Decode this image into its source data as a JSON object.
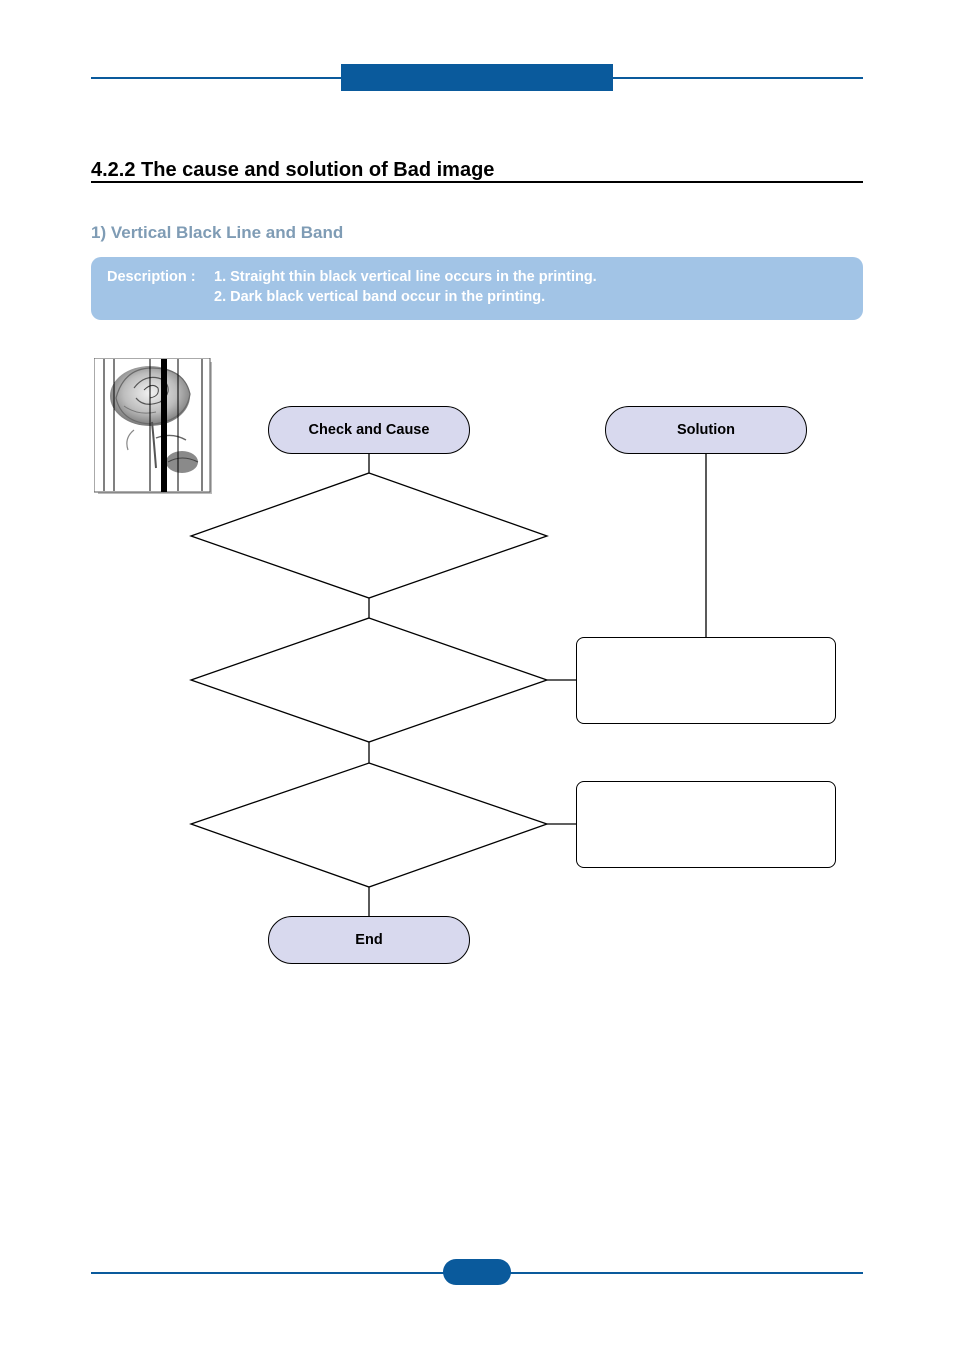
{
  "section": {
    "title": "4.2.2 The cause and solution of Bad image"
  },
  "subsection": {
    "title": "1) Vertical Black Line and Band"
  },
  "description": {
    "label": "Description :",
    "lines": [
      "1. Straight thin black vertical line occurs in the printing.",
      "2. Dark black vertical band occur in the printing."
    ]
  },
  "flowchart": {
    "check_header": "Check and Cause",
    "solution_header": "Solution",
    "end_label": "End",
    "decision_count_visible": 3,
    "solution_box_count_visible": 2
  },
  "colors": {
    "brand_blue": "#0a5a9c",
    "description_bg": "#a2c4e6",
    "subsection_text": "#7f9cb5",
    "terminal_fill": "#d8d9ee"
  },
  "icons": {
    "sample_print": "rose-print-with-vertical-lines-image"
  }
}
